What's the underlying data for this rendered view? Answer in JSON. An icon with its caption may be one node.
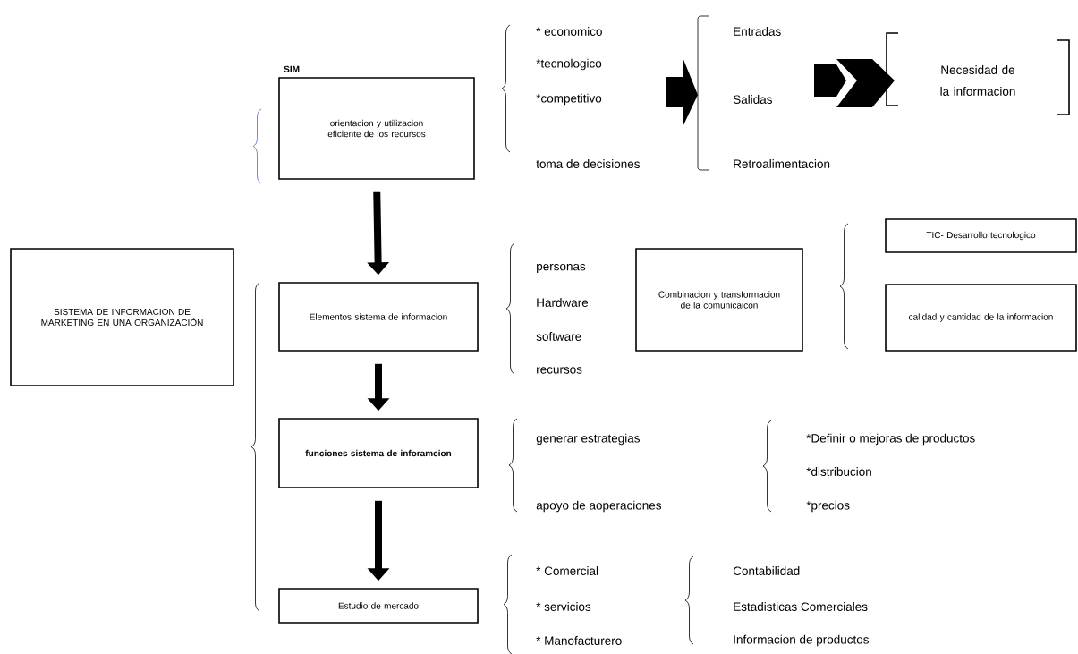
{
  "diagram": {
    "nodes": [
      {
        "text": [
          "SISTEMA DE INFORMACION DE MARKETING EN UNA ORGANIZACIÓN"
        ]
      },
      {
        "text": [
          "SIM",
          "orientacion  y utilizacion eficiente de los recursos"
        ]
      },
      {
        "text": [
          "Elementos sistema de informacion"
        ]
      },
      {
        "text": [
          "funciones sistema de inforamcion"
        ]
      },
      {
        "text": [
          "Estudio de mercado"
        ]
      },
      {
        "text": [
          "Combinacion y transformacion de la comunicaicon"
        ]
      },
      {
        "text": [
          "TIC- Desarrollo tecnologico"
        ]
      },
      {
        "text": [
          "calidad y cantidad de la informacion"
        ]
      }
    ],
    "edges": [
      {
        "from": 1,
        "to": 2,
        "arrow": "to"
      },
      {
        "from": 2,
        "to": 3,
        "arrow": "to"
      },
      {
        "from": 3,
        "to": 4,
        "arrow": "to"
      }
    ],
    "labels": [
      "* economico",
      "*tecnologico",
      "*competitivo",
      "toma de decisiones",
      "Entradas",
      "Salidas",
      "Retroalimentacion",
      "Necesidad de la informacion",
      "personas",
      "Hardware",
      "software",
      "recursos",
      "generar estrategias",
      "apoyo de aoperaciones",
      "*Definir o mejoras de productos",
      "*distribucion",
      "*precios",
      "* Comercial",
      "* servicios",
      "* Manofacturero",
      "Contabilidad",
      "Estadisticas Comerciales",
      "Informacion de productos"
    ]
  }
}
